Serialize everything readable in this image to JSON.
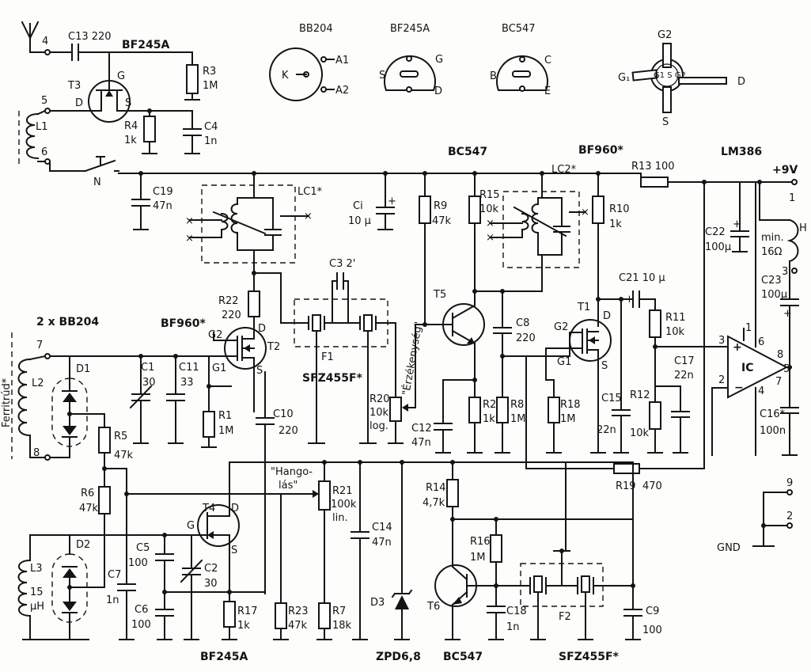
{
  "headings": {
    "bf245a_top": "BF245A",
    "bb204": "BB204",
    "bf245a": "BF245A",
    "bc547": "BC547",
    "g2": "G2",
    "lm386": "LM386",
    "bf960_t1": "BF960*",
    "bc547_t5": "BC547",
    "bf960_t2": "BF960*",
    "bb204x2": "2 x BB204",
    "ferrirud": "Ferritrúd*",
    "bf245a_t4": "BF245A",
    "zpd": "ZPD6,8",
    "bc547_t6": "BC547",
    "sfz_f2": "SFZ455F*",
    "sfz_f1": "SFZ455F*",
    "gnd": "GND",
    "ic": "IC"
  },
  "pins": {
    "bb_k": "K",
    "bb_a1": "A1",
    "bb_a2": "A2",
    "jf_s": "S",
    "jf_g": "G",
    "jf_d": "D",
    "bc_b": "B",
    "bc_c": "C",
    "bc_e": "E",
    "m_g1": "G₁",
    "m_d": "D",
    "m_s": "S",
    "m_sub": "G1 S G2"
  },
  "terminals": {
    "t4": "4",
    "t5": "5",
    "t6": "6",
    "t7": "7",
    "t8": "8",
    "t1": "1",
    "t3": "3",
    "t9": "9",
    "t2": "2",
    "v9": "+9V"
  },
  "components": {
    "c13": "C13 220",
    "t3": "T3",
    "t3_g": "G",
    "t3_d": "D",
    "t3_s": "S",
    "r3": "R3",
    "r3v": "1M",
    "r4": "R4",
    "r4v": "1k",
    "c4": "C4",
    "c4v": "1n",
    "l1": "L1",
    "n": "N",
    "c19": "C19",
    "c19v": "47n",
    "lc1": "LC1*",
    "ci": "Ci",
    "civ": "10 µ",
    "r9": "R9",
    "r9v": "47k",
    "r15": "R15",
    "r15v": "10k",
    "lc2": "LC2*",
    "r10": "R10",
    "r10v": "1k",
    "r13": "R13 100",
    "c22": "C22",
    "c22v": "100µ",
    "h": "H",
    "hmin": "min.",
    "h16": "16Ω",
    "c23": "C23",
    "c23v": "100µ",
    "c3": "C3 2'",
    "r22": "R22",
    "r22v": "220",
    "t2_g2": "G2",
    "t2_d": "D",
    "t2": "T2",
    "t2_g1": "G1",
    "t2_s": "S",
    "f1": "F1",
    "erz": "\"Érzékenység\"",
    "t5": "T5",
    "c8": "C8",
    "c8v": "220",
    "c21": "C21 10 µ",
    "t1_g2": "G2",
    "t1_d": "D",
    "t1": "T1",
    "t1_g1": "G1",
    "t1_s": "S",
    "r11": "R11",
    "r11v": "10k",
    "c17": "C17",
    "c17v": "22n",
    "l2": "L2",
    "d1": "D1",
    "c1": "C1",
    "c1v": "30",
    "c11": "C11",
    "c11v": "33",
    "r1": "R1",
    "r1v": "1M",
    "c10": "C10",
    "c10v": "220",
    "r20": "R20",
    "r20v": "10k",
    "r20t": "log.",
    "c12": "C12",
    "c12v": "47n",
    "r2": "R2",
    "r2v": "1k",
    "r8": "R8",
    "r8v": "1M",
    "r18": "R18",
    "r18v": "1M",
    "c15": "C15",
    "c15v": "22n",
    "r12": "R12",
    "r12v": "10k",
    "c16": "C16*",
    "c16v": "100n",
    "r5": "R5",
    "r5v": "47k",
    "r6": "R6",
    "r6v": "47k",
    "hang1": "\"Hango-",
    "hang2": "lás\"",
    "r21": "R21",
    "r21v": "100k",
    "r21t": "lin.",
    "r19": "R19",
    "r19v": "470",
    "r14": "R14",
    "r14v": "4,7k",
    "t4": "T4",
    "t4_g": "G",
    "t4_d": "D",
    "t4_s": "S",
    "c5": "C5",
    "c5v": "100",
    "c2": "C2",
    "c2v": "30",
    "c14": "C14",
    "c14v": "47n",
    "r16": "R16",
    "r16v": "1M",
    "l3": "L3",
    "l3v1": "15",
    "l3v2": "µH",
    "d2": "D2",
    "c7": "C7",
    "c7v": "1n",
    "c6": "C6",
    "c6v": "100",
    "r17": "R17",
    "r17v": "1k",
    "r23": "R23",
    "r23v": "47k",
    "r7": "R7",
    "r7v": "18k",
    "d3": "D3",
    "t6": "T6",
    "c18": "C18",
    "c18v": "1n",
    "f2": "F2",
    "c9": "C9",
    "c9v": "100"
  },
  "ic_pins": {
    "p3": "3",
    "p2": "2",
    "p6": "6",
    "p8": "8",
    "p5": "5",
    "p4": "4",
    "p7": "7",
    "p1": "1"
  }
}
